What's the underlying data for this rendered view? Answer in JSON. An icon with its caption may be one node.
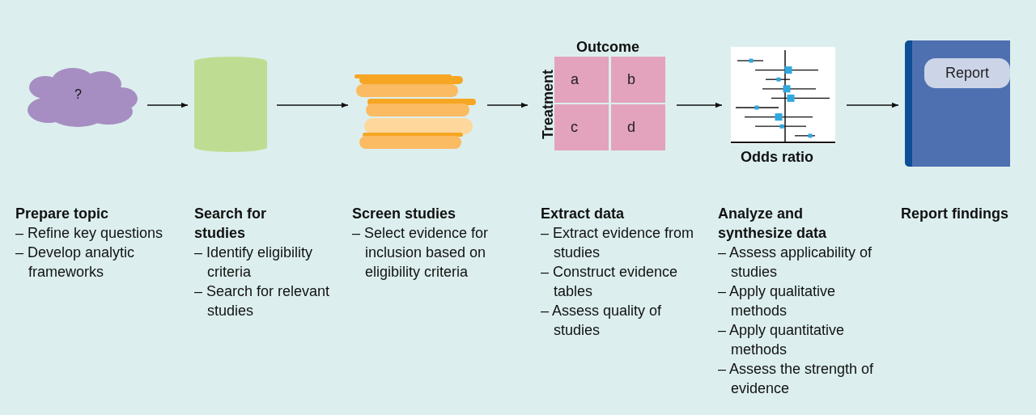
{
  "diagram": {
    "nodes": [
      {
        "text": [
          "?"
        ]
      },
      {
        "text": [],
        "shape": "cylinder"
      },
      {
        "text": [],
        "shape": "picture"
      },
      {
        "text": [
          "Outcome",
          "Treatment"
        ]
      },
      {
        "text": [
          "a"
        ],
        "in": 3
      },
      {
        "text": [
          "b"
        ],
        "in": 3
      },
      {
        "text": [
          "c"
        ],
        "in": 3
      },
      {
        "text": [
          "d"
        ],
        "in": 3
      },
      {
        "text": [
          "Odds ratio"
        ]
      },
      {
        "text": [],
        "shape": "book"
      },
      {
        "text": [
          "Report"
        ],
        "in": 9
      }
    ],
    "edges": [
      {
        "from": 0,
        "to": 1,
        "arrow": "to"
      },
      {
        "from": 1,
        "to": 2,
        "arrow": "to"
      },
      {
        "from": 2,
        "to": 3,
        "arrow": "to"
      },
      {
        "from": 3,
        "to": 8,
        "arrow": "to"
      },
      {
        "from": 8,
        "to": 9,
        "arrow": "to"
      }
    ],
    "labels": [
      "Prepare topic",
      "– Refine key questions",
      "– Develop analytic frameworks",
      "Search for studies",
      "– Identify eligibility criteria",
      "– Search for relevant studies",
      "Screen studies",
      "– Select evidence for inclusion based on eligibility criteria",
      "Extract data",
      "– Extract evidence from studies",
      "– Construct evidence tables",
      "– Assess quality of studies",
      "Analyze and synthesize data",
      "– Assess applicability of studies",
      "– Apply qualitative methods",
      "– Apply quantitative methods",
      "– Assess the strength of evidence",
      "Report findings"
    ]
  }
}
